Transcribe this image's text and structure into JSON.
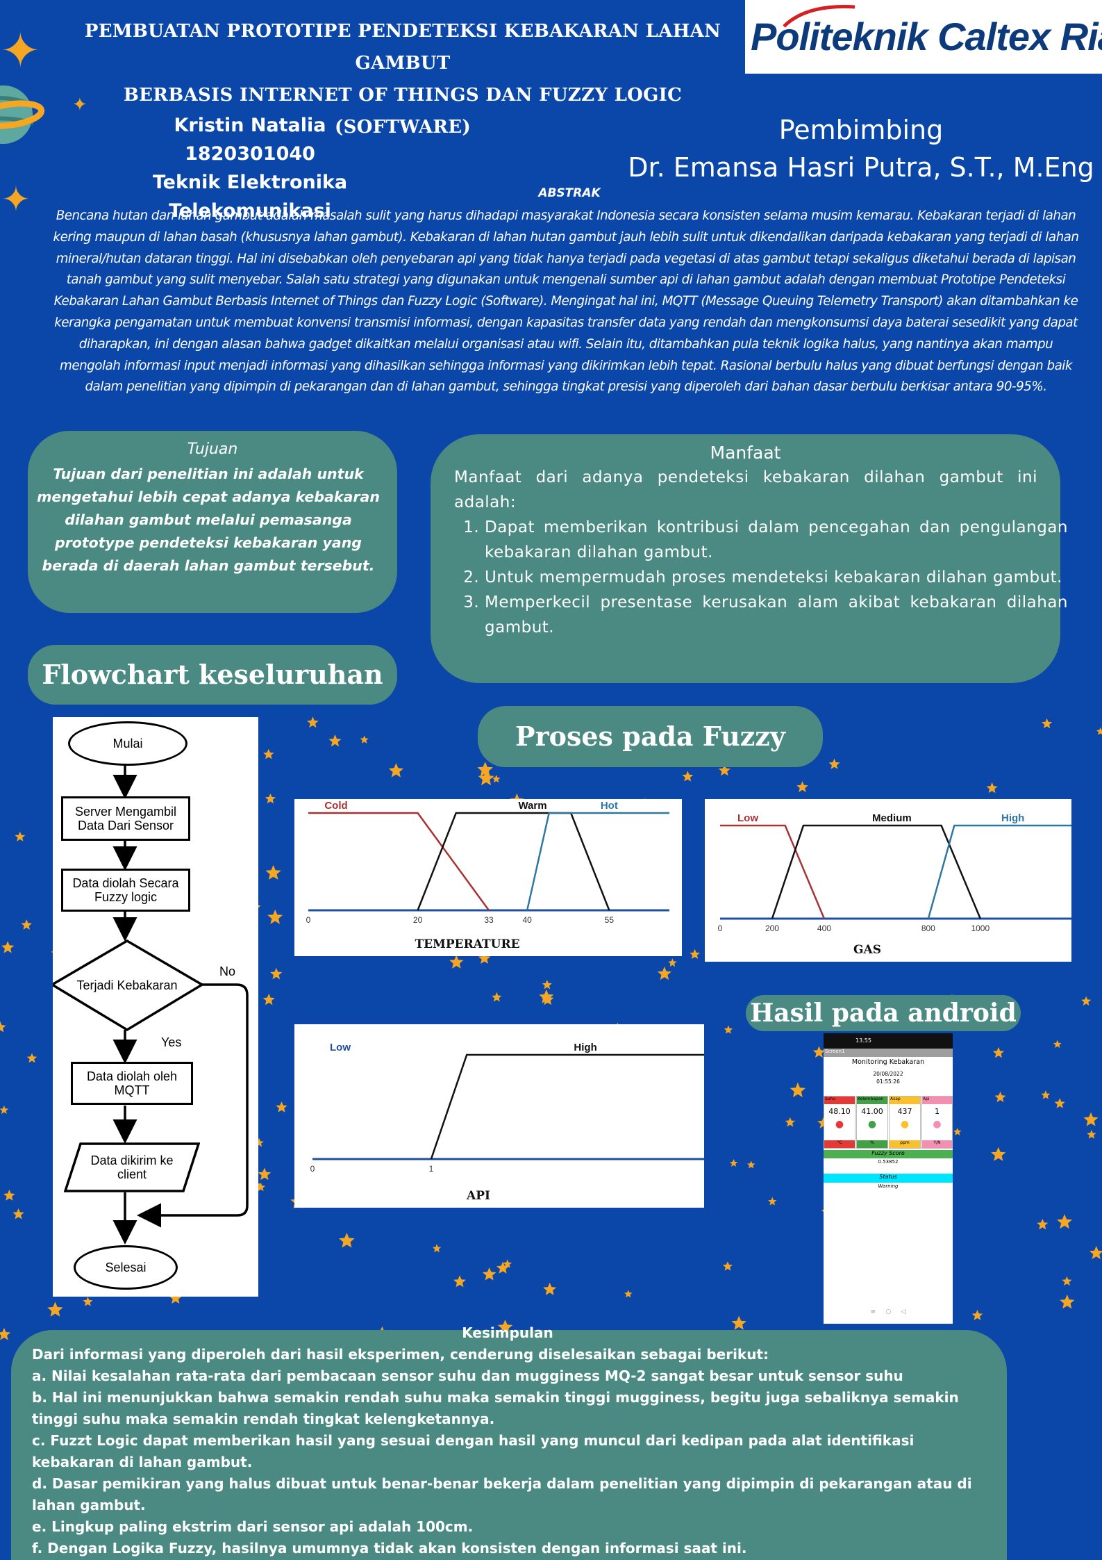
{
  "header": {
    "title_line1": "PEMBUATAN PROTOTIPE PENDETEKSI KEBAKARAN LAHAN GAMBUT",
    "title_line2": "BERBASIS INTERNET OF THINGS DAN FUZZY LOGIC (SOFTWARE)",
    "logo_text": "Politeknik Caltex Riau"
  },
  "author": {
    "name": "Kristin Natalia",
    "nim": "1820301040",
    "program": "Teknik Elektronika Telekomunikasi"
  },
  "supervisor": {
    "label": "Pembimbing",
    "name": "Dr. Emansa Hasri Putra, S.T., M.Eng"
  },
  "abstract": {
    "heading": "ABSTRAK",
    "text": "Bencana hutan dan lahan gambut adalah masalah sulit yang harus dihadapi masyarakat Indonesia secara konsisten selama musim kemarau. Kebakaran terjadi di lahan kering maupun di lahan basah (khususnya lahan gambut). Kebakaran di lahan hutan gambut jauh lebih sulit untuk dikendalikan daripada kebakaran yang terjadi di lahan mineral/hutan dataran tinggi. Hal ini disebabkan oleh penyebaran api yang tidak hanya terjadi pada vegetasi di atas gambut tetapi sekaligus diketahui berada di lapisan tanah gambut yang sulit menyebar. Salah satu strategi yang digunakan untuk mengenali sumber api di lahan gambut adalah dengan membuat Prototipe Pendeteksi Kebakaran Lahan Gambut Berbasis Internet of Things dan Fuzzy Logic (Software). Mengingat hal ini, MQTT (Message Queuing Telemetry Transport) akan ditambahkan ke kerangka pengamatan untuk membuat konvensi transmisi informasi, dengan kapasitas transfer data yang rendah dan mengkonsumsi daya baterai sesedikit yang dapat diharapkan, ini dengan alasan bahwa gadget dikaitkan melalui organisasi atau wifi. Selain itu, ditambahkan pula teknik logika halus, yang nantinya akan mampu mengolah informasi input menjadi informasi yang dihasilkan sehingga informasi yang dikirimkan lebih tepat. Rasional berbulu halus yang dibuat berfungsi dengan baik dalam penelitian yang dipimpin di pekarangan dan di lahan gambut, sehingga tingkat presisi yang diperoleh dari bahan dasar berbulu berkisar antara 90-95%."
  },
  "tujuan": {
    "heading": "Tujuan",
    "text": "Tujuan dari penelitian ini adalah untuk mengetahui lebih cepat adanya kebakaran dilahan gambut melalui pemasanga prototype pendeteksi kebakaran yang berada di daerah lahan gambut tersebut."
  },
  "manfaat": {
    "heading": "Manfaat",
    "intro": "Manfaat dari adanya pendeteksi kebakaran dilahan gambut ini adalah:",
    "items": [
      "Dapat memberikan kontribusi dalam pencegahan dan pengulangan kebakaran dilahan gambut.",
      "Untuk mempermudah proses mendeteksi kebakaran dilahan gambut.",
      "Memperkecil presentase kerusakan alam akibat kebakaran dilahan gambut."
    ]
  },
  "sections": {
    "flowchart": "Flowchart keseluruhan",
    "fuzzy": "Proses pada Fuzzy",
    "android": "Hasil pada android"
  },
  "flowchart": {
    "start": "Mulai",
    "step1": "Server Mengambil Data Dari Sensor",
    "step2": "Data diolah Secara Fuzzy logic",
    "decision": "Terjadi Kebakaran",
    "no": "No",
    "yes": "Yes",
    "step3": "Data diolah oleh MQTT",
    "io": "Data dikirim ke client",
    "end": "Selesai"
  },
  "chart_data": [
    {
      "type": "line",
      "xlabel": "TEMPERATURE",
      "x_ticks": [
        0,
        20,
        33,
        40,
        55
      ],
      "series": [
        {
          "name": "Cold",
          "color": "#a83232",
          "x": [
            0,
            20,
            33
          ],
          "y": [
            1,
            1,
            0
          ]
        },
        {
          "name": "Warm",
          "color": "#111111",
          "x": [
            20,
            27,
            48,
            55
          ],
          "y": [
            0,
            1,
            1,
            0
          ]
        },
        {
          "name": "Hot",
          "color": "#2f77a0",
          "x": [
            40,
            44,
            66
          ],
          "y": [
            0,
            1,
            1
          ]
        }
      ],
      "xlim": [
        0,
        66
      ],
      "ylim": [
        0,
        1
      ]
    },
    {
      "type": "line",
      "xlabel": "GAS",
      "x_ticks": [
        0,
        200,
        400,
        800,
        1000
      ],
      "series": [
        {
          "name": "Low",
          "color": "#a83232",
          "x": [
            0,
            250,
            400
          ],
          "y": [
            1,
            1,
            0
          ]
        },
        {
          "name": "Medium",
          "color": "#111111",
          "x": [
            200,
            320,
            850,
            1000
          ],
          "y": [
            0,
            1,
            1,
            0
          ]
        },
        {
          "name": "High",
          "color": "#2f77a0",
          "x": [
            800,
            900,
            1350
          ],
          "y": [
            0,
            1,
            1
          ]
        }
      ],
      "xlim": [
        0,
        1350
      ],
      "ylim": [
        0,
        1
      ]
    },
    {
      "type": "line",
      "xlabel": "API",
      "x_ticks": [
        0,
        1
      ],
      "series": [
        {
          "name": "Low",
          "color": "#1e4fa0",
          "x": [
            0,
            1
          ],
          "y": [
            0,
            0
          ]
        },
        {
          "name": "High",
          "color": "#111111",
          "x": [
            1,
            1.3,
            3.3
          ],
          "y": [
            0,
            1,
            1
          ]
        }
      ],
      "xlim": [
        0,
        3.3
      ],
      "ylim": [
        0,
        1
      ]
    }
  ],
  "android": {
    "status_time": "13.55",
    "screen_label": "Screen1",
    "app_title": "Monitoring Kebakaran",
    "date": "20/08/2022",
    "time": "01:55:26",
    "sensors": [
      {
        "label": "Suhu",
        "value": "48.10",
        "color": "#e53935",
        "unit": "°C"
      },
      {
        "label": "Kelembapan",
        "value": "41.00",
        "color": "#43a047",
        "unit": "%"
      },
      {
        "label": "Asap",
        "value": "437",
        "color": "#fbc02d",
        "unit": "ppm"
      },
      {
        "label": "Api",
        "value": "1",
        "color": "#f48fb1",
        "unit": "Y/N"
      }
    ],
    "fuzzy_label": "Fuzzy Score",
    "fuzzy_value": "0.53852",
    "status_label": "Status",
    "status_value": "Warning"
  },
  "conclusion": {
    "heading": "Kesimpulan",
    "intro": "Dari informasi yang diperoleh dari hasil eksperimen, cenderung diselesaikan sebagai berikut:",
    "items": [
      "a. Nilai kesalahan rata-rata dari pembacaan sensor suhu dan mugginess MQ-2 sangat besar untuk sensor suhu",
      "b. Hal ini menunjukkan bahwa semakin rendah suhu maka semakin tinggi mugginess, begitu juga sebaliknya semakin tinggi suhu maka semakin rendah tingkat kelengketannya.",
      "c. Fuzzt Logic dapat memberikan hasil yang sesuai dengan hasil yang muncul dari kedipan pada alat identifikasi kebakaran di lahan gambut.",
      "d. Dasar pemikiran yang halus dibuat untuk benar-benar bekerja dalam penelitian yang dipimpin di pekarangan atau di lahan gambut.",
      "e. Lingkup paling ekstrim dari sensor api adalah 100cm.",
      "f. Dengan Logika Fuzzy, hasilnya umumnya tidak akan konsisten dengan informasi saat ini."
    ]
  }
}
